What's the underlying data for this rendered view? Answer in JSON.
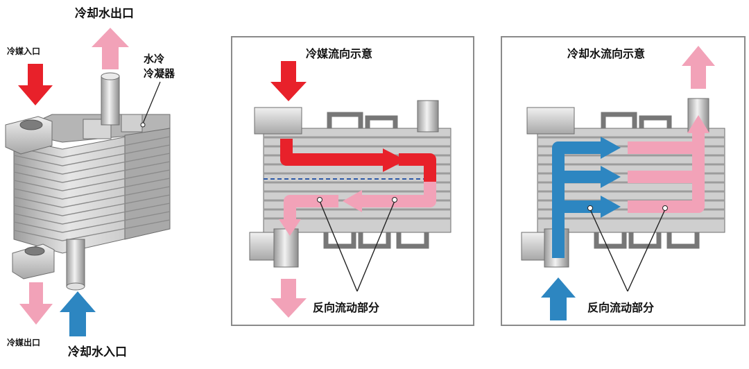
{
  "left_view": {
    "coolant_outlet": "冷却水出口",
    "refrigerant_inlet": "冷媒入口",
    "condenser_line1": "水冷",
    "condenser_line2": "冷凝器",
    "refrigerant_outlet": "冷媒出口",
    "coolant_inlet": "冷却水入口"
  },
  "middle_panel": {
    "title": "冷媒流向示意",
    "callout": "反向流动部分"
  },
  "right_panel": {
    "title": "冷却水流向示意",
    "callout": "反向流动部分"
  },
  "colors": {
    "refrigerant_hot": "#e8212a",
    "refrigerant_cold": "#f2a2b8",
    "coolant": "#2d86c1",
    "panel_border": "#8a8a8a",
    "metal": "#c9c9c9"
  }
}
